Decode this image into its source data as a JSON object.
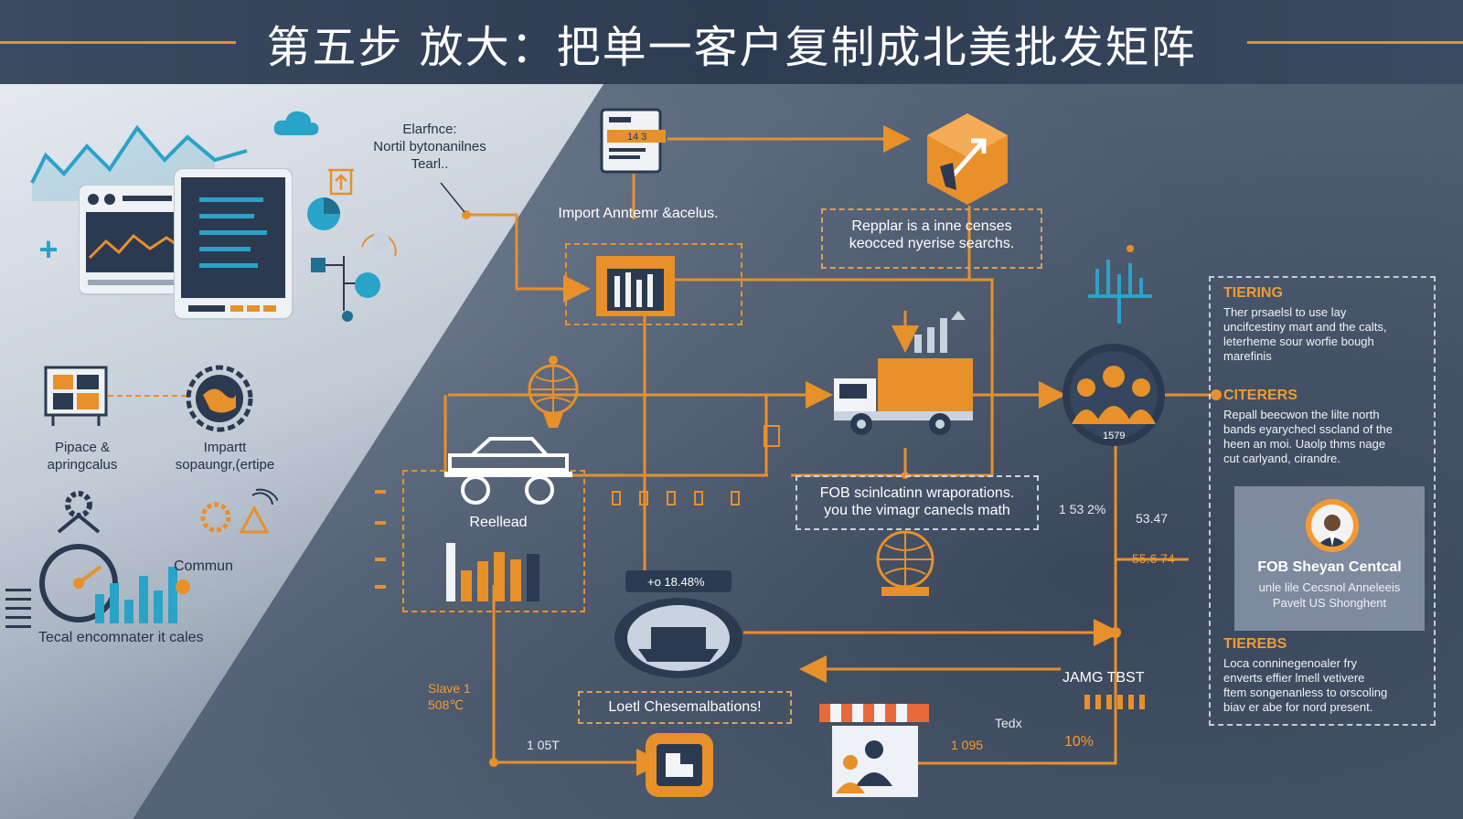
{
  "header": {
    "title": "第五步 放大：把单一客户复制成北美批发矩阵"
  },
  "left": {
    "callout": "Elarfnce:\nNortil bytonanilnes\nTearl..",
    "pipace": "Pipace &\napringcalus",
    "impartt": "Impartt\nsopaungr,(ertipe",
    "commun": "Commun",
    "tecal": "Tecal encomnater it cales"
  },
  "flow": {
    "import_label": "Import Anntemr &acelus.",
    "repplar": "Repplar is a inne censes\nkeocced nyerise searchs.",
    "fob_text": "FOB scinlcatinn wraporations.\nyou the vimagr canecls math",
    "reellead": "Reellead",
    "loetl": "Loetl Chesemalbations!",
    "doc_code": "14 3",
    "globe_badge": "+o 18.48%",
    "slave": "Slave 1\n508℃",
    "n1_05t": "1 05T",
    "n1_095": "1 095",
    "jamg": "JAMG TBST",
    "tedx": "Tedx",
    "pct10": "10%",
    "n153": "1 53 2%",
    "n5347": "53.47",
    "n5674": "55.6 74",
    "hub_label": "1579"
  },
  "right_panel": {
    "sections": [
      {
        "head": "TIERING",
        "text": "Ther prsaelsl to use lay\nuncifcestiny mart and the calts,\nleterheme sour worfie bough\nmarefinis"
      },
      {
        "head": "CITERERS",
        "text": "Repall beecwon the lilte north\nbands eyarychecl sscland of the\nheen an moi. Uaolp thms nage\ncut carlyand, cirandre."
      }
    ],
    "profile": {
      "name": "FOB Sheyan Centcal",
      "sub": "unle lile Cecsnol Anneleeis\nPavelt US Shonghent"
    },
    "tiereb": {
      "head": "TIEREBS",
      "text": "Loca conninegenoaler fry\nenverts effier lmell vetivere\nftem songenanless to orscoling\nbiav er abe for nord present."
    }
  },
  "colors": {
    "accent": "#e8902a",
    "header_bg": "#2e3c52",
    "panel_text": "#233246",
    "teal": "#2aa3c8"
  }
}
